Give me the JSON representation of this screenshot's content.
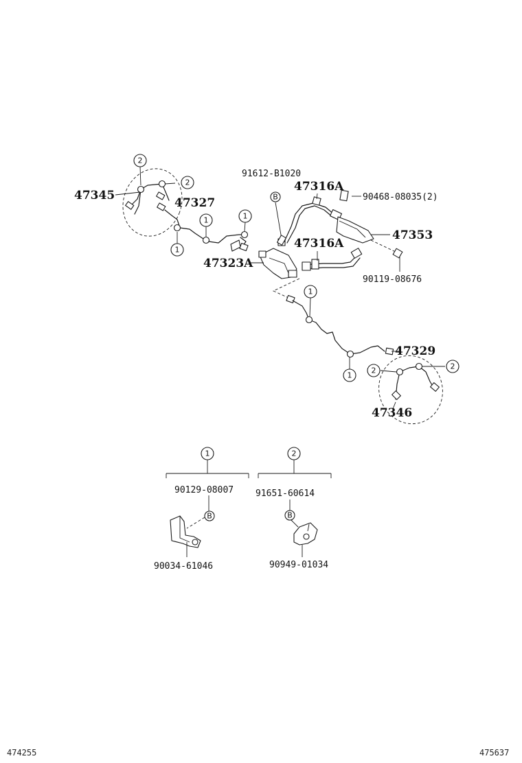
{
  "labels": {
    "p47345": "47345",
    "p47327": "47327",
    "p47323A": "47323A",
    "p91612": "91612-B1020",
    "p47316A_top": "47316A",
    "p47316A_bot": "47316A",
    "p90468": "90468-08035(2)",
    "p47353": "47353",
    "p90119": "90119-08676",
    "p47329": "47329",
    "p47346": "47346",
    "p90129": "90129-08007",
    "p90034": "90034-61046",
    "p91651": "91651-60614",
    "p90949": "90949-01034"
  },
  "callouts": {
    "one": "1",
    "two": "2",
    "b": "B"
  },
  "corner": {
    "left": "474255",
    "right": "475637"
  }
}
